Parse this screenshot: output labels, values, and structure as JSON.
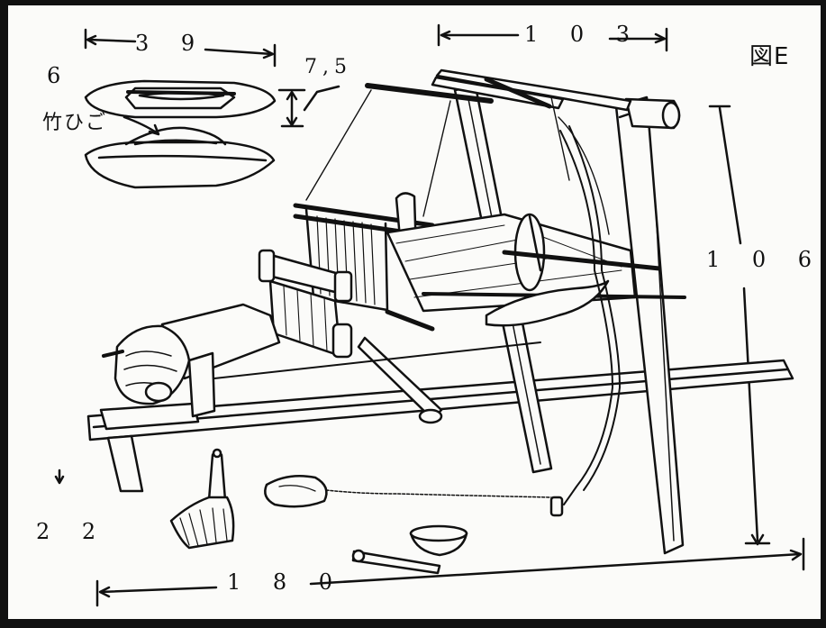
{
  "figure": {
    "label": "図E",
    "dimensions": {
      "shuttle_length": "3 9",
      "loom_depth": "1 0 3",
      "shuttle_height": "7,5",
      "shuttle_width": "6",
      "loom_height": "1 0 6",
      "seat_height": "2 2",
      "loom_length": "1 8 0"
    },
    "annotation_bamboo_spring": "竹ひご"
  }
}
